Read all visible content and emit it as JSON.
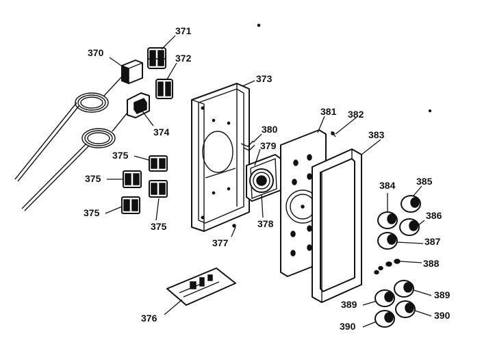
{
  "colors": {
    "ink": "#111111",
    "paper": "#ffffff"
  },
  "callouts": [
    {
      "id": "c371",
      "text": "371"
    },
    {
      "id": "c370",
      "text": "370"
    },
    {
      "id": "c372",
      "text": "372"
    },
    {
      "id": "c373",
      "text": "373"
    },
    {
      "id": "c374",
      "text": "374"
    },
    {
      "id": "c375a",
      "text": "375"
    },
    {
      "id": "c375b",
      "text": "375"
    },
    {
      "id": "c375c",
      "text": "375"
    },
    {
      "id": "c375d",
      "text": "375"
    },
    {
      "id": "c380",
      "text": "380"
    },
    {
      "id": "c381",
      "text": "381"
    },
    {
      "id": "c382",
      "text": "382"
    },
    {
      "id": "c383",
      "text": "383"
    },
    {
      "id": "c379",
      "text": "379"
    },
    {
      "id": "c378",
      "text": "378"
    },
    {
      "id": "c377",
      "text": "377"
    },
    {
      "id": "c376",
      "text": "376"
    },
    {
      "id": "c384",
      "text": "384"
    },
    {
      "id": "c385",
      "text": "385"
    },
    {
      "id": "c386",
      "text": "386"
    },
    {
      "id": "c387",
      "text": "387"
    },
    {
      "id": "c388",
      "text": "388"
    },
    {
      "id": "c389a",
      "text": "389"
    },
    {
      "id": "c389b",
      "text": "389"
    },
    {
      "id": "c390a",
      "text": "390"
    },
    {
      "id": "c390b",
      "text": "390"
    }
  ]
}
